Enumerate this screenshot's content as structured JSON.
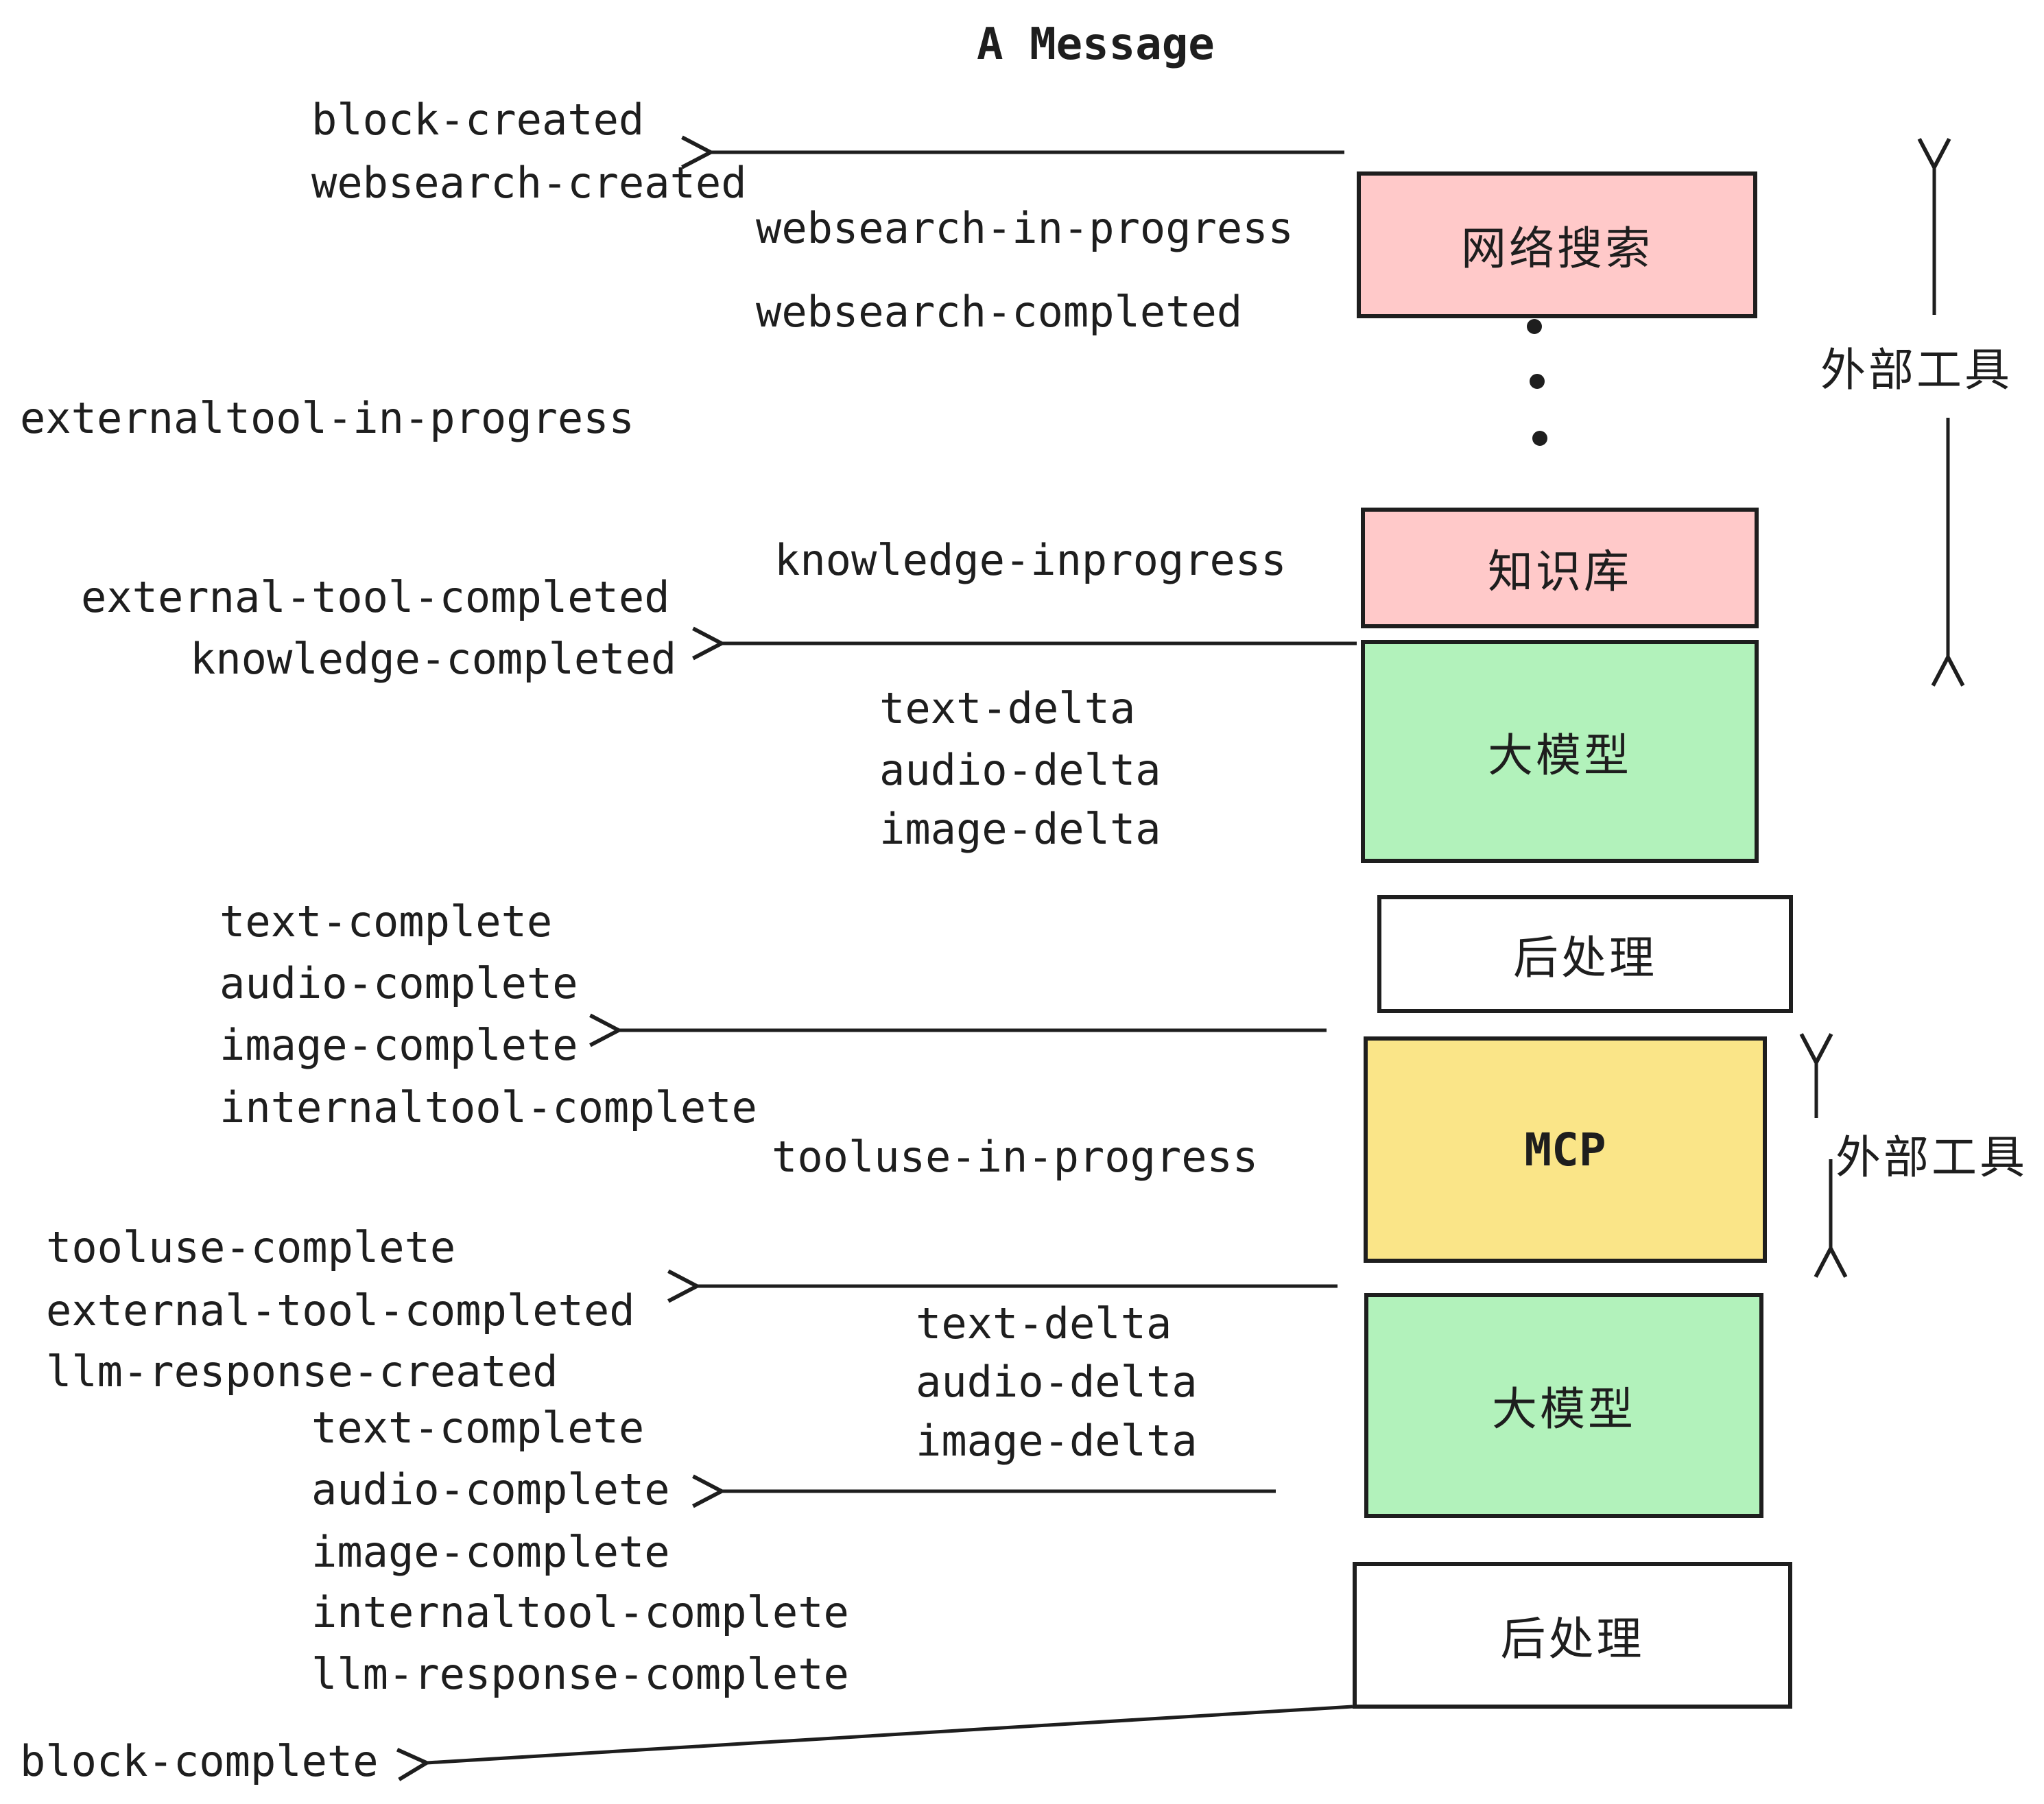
{
  "title": "A Message",
  "colors": {
    "pink": "#ffc9c9",
    "green": "#b2f2bb",
    "yellow": "#fae588",
    "white": "#ffffff",
    "line": "#1e1e1e",
    "text": "#1e1e1e"
  },
  "boxes": {
    "websearch": {
      "label": "网络搜索",
      "color": "pink"
    },
    "knowledge": {
      "label": "知识库",
      "color": "pink"
    },
    "llm1": {
      "label": "大模型",
      "color": "green"
    },
    "post1": {
      "label": "后处理",
      "color": "white"
    },
    "mcp": {
      "label": "MCP",
      "color": "yellow"
    },
    "llm2": {
      "label": "大模型",
      "color": "green"
    },
    "post2": {
      "label": "后处理",
      "color": "white"
    }
  },
  "annotations": {
    "external_tools_top": "外部工具",
    "external_tools_bottom": "外部工具"
  },
  "dots": [
    "",
    "",
    ""
  ],
  "events": {
    "block_created": "block-created",
    "websearch_created": "websearch-created",
    "websearch_in_progress": "websearch-in-progress",
    "websearch_completed": "websearch-completed",
    "externaltool_in_progress": "externaltool-in-progress",
    "knowledge_inprogress": "knowledge-inprogress",
    "external_tool_completed_1": "external-tool-completed",
    "knowledge_completed": "knowledge-completed",
    "text_delta_1": "text-delta",
    "audio_delta_1": "audio-delta",
    "image_delta_1": "image-delta",
    "text_complete_1": "text-complete",
    "audio_complete_1": "audio-complete",
    "image_complete_1": "image-complete",
    "internaltool_complete_1": "internaltool-complete",
    "tooluse_in_progress": "tooluse-in-progress",
    "tooluse_complete": "tooluse-complete",
    "external_tool_completed_2": "external-tool-completed",
    "llm_response_created": "llm-response-created",
    "text_delta_2": "text-delta",
    "audio_delta_2": "audio-delta",
    "image_delta_2": "image-delta",
    "text_complete_2": "text-complete",
    "audio_complete_2": "audio-complete",
    "image_complete_2": "image-complete",
    "internaltool_complete_2": "internaltool-complete",
    "llm_response_complete": "llm-response-complete",
    "block_complete": "block-complete"
  }
}
